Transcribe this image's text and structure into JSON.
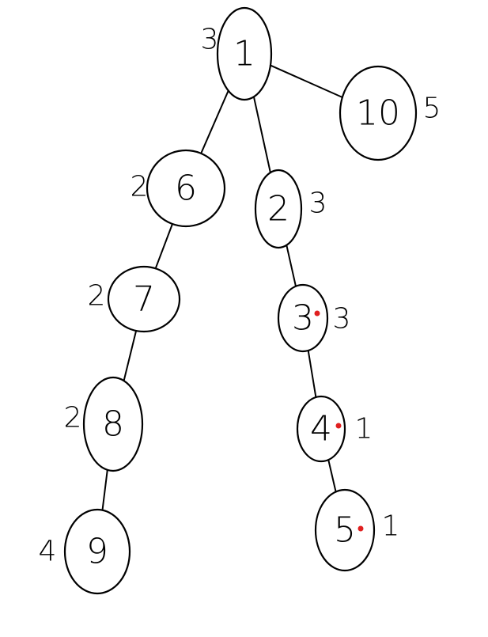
{
  "tree": {
    "nodes": [
      {
        "id": "1",
        "label": "1",
        "weight": "3",
        "marked": false
      },
      {
        "id": "10",
        "label": "10",
        "weight": "5",
        "marked": false
      },
      {
        "id": "6",
        "label": "6",
        "weight": "2",
        "marked": false
      },
      {
        "id": "2",
        "label": "2",
        "weight": "3",
        "marked": false
      },
      {
        "id": "7",
        "label": "7",
        "weight": "2",
        "marked": false
      },
      {
        "id": "3",
        "label": "3",
        "weight": "3",
        "marked": true
      },
      {
        "id": "8",
        "label": "8",
        "weight": "2",
        "marked": false
      },
      {
        "id": "4",
        "label": "4",
        "weight": "1",
        "marked": true
      },
      {
        "id": "9",
        "label": "9",
        "weight": "4",
        "marked": false
      },
      {
        "id": "5",
        "label": "5",
        "weight": "1",
        "marked": true
      }
    ],
    "edges": [
      {
        "from": "1",
        "to": "10"
      },
      {
        "from": "1",
        "to": "6"
      },
      {
        "from": "1",
        "to": "2"
      },
      {
        "from": "6",
        "to": "7"
      },
      {
        "from": "7",
        "to": "8"
      },
      {
        "from": "8",
        "to": "9"
      },
      {
        "from": "2",
        "to": "3"
      },
      {
        "from": "3",
        "to": "4"
      },
      {
        "from": "4",
        "to": "5"
      }
    ],
    "colors": {
      "stroke": "#000000",
      "marker": "#e02020",
      "background": "#ffffff"
    }
  }
}
